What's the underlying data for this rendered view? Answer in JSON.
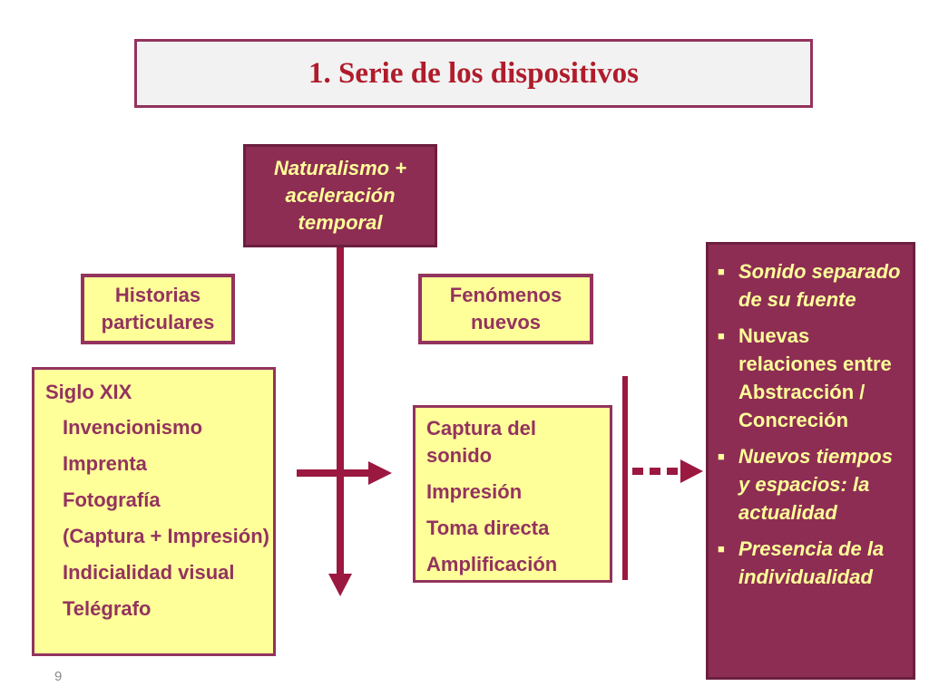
{
  "title": "1. Serie de los dispositivos",
  "top_box": {
    "lines": [
      "Naturalismo +",
      "aceleración",
      "temporal"
    ]
  },
  "historias": {
    "lines": [
      "Historias",
      "particulares"
    ]
  },
  "fenomenos": {
    "lines": [
      "Fenómenos",
      "nuevos"
    ]
  },
  "left_box": {
    "heading": "Siglo XIX",
    "items": [
      "Invencionismo",
      "Imprenta",
      "Fotografía",
      "(Captura + Impresión)",
      "Indicialidad visual",
      "Telégrafo"
    ]
  },
  "mid_box": {
    "items": [
      "Captura del sonido",
      "Impresión",
      "Toma directa",
      "Amplificación"
    ]
  },
  "right_box": {
    "bullet_glyph": "■",
    "items": [
      "Sonido separado de su fuente",
      "Nuevas relaciones entre Abstracción / Concreción",
      "Nuevos tiempos y espacios: la actualidad",
      "Presencia de la individualidad"
    ]
  },
  "page_number": "9",
  "colors": {
    "maroon": "#8d2d54",
    "maroon_border": "#93335e",
    "pale_yellow": "#ffff99",
    "title_red": "#b01c2b",
    "arrow": "#9b1940"
  }
}
